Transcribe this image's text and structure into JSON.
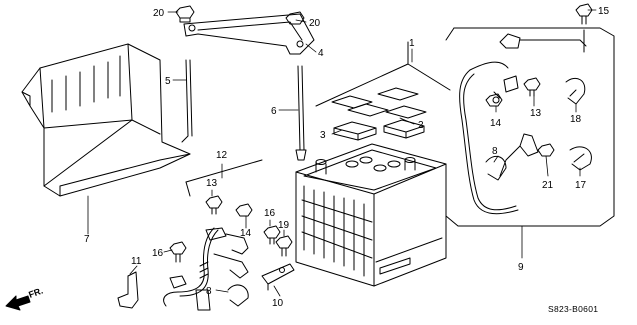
{
  "diagram": {
    "direction_label": "FR.",
    "diagram_code": "S823-B0601",
    "part_callouts": {
      "p1": "1",
      "p2": "2",
      "p3": "3",
      "p4": "4",
      "p5": "5",
      "p6": "6",
      "p7": "7",
      "p8a": "8",
      "p8b": "8",
      "p9": "9",
      "p10": "10",
      "p11": "11",
      "p12": "12",
      "p13a": "13",
      "p13b": "13",
      "p14a": "14",
      "p14b": "14",
      "p15": "15",
      "p16a": "16",
      "p16b": "16",
      "p17": "17",
      "p18": "18",
      "p19": "19",
      "p20a": "20",
      "p20b": "20",
      "p21": "21"
    }
  }
}
